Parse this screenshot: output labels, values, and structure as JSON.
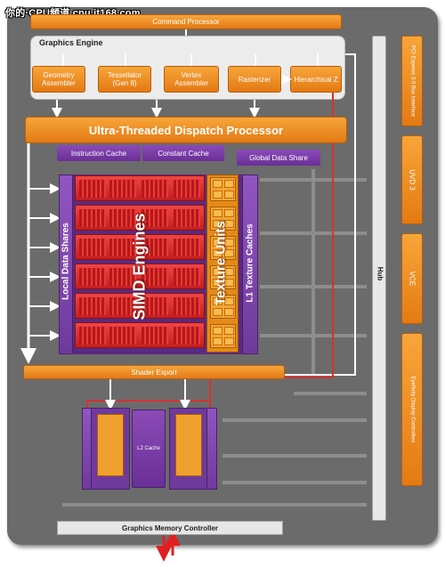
{
  "watermark": "你的·CPU频道 cpu.it168.com",
  "command_processor": "Command Processor",
  "graphics_engine": {
    "title": "Graphics Engine",
    "stages": [
      "Geometry Assembler",
      "Tessellator (Gen 8)",
      "Vertex Assembler",
      "Rasterizer",
      "Hierarchical Z"
    ]
  },
  "dispatch": "Ultra-Threaded Dispatch Processor",
  "caches": {
    "instruction": "Instruction Cache",
    "constant": "Constant Cache",
    "global_data_share": "Global Data Share"
  },
  "compute": {
    "local_data_shares": "Local Data Shares",
    "simd_engines": "SIMD Engines",
    "texture_units": "Texture Units",
    "l1_texture_caches": "L1 Texture Caches"
  },
  "shader_export": "Shader Export",
  "hub": "Hub",
  "right_blocks": [
    "PCI Express 3.0 Bus Interface",
    "UVD 3",
    "VCE",
    "Eyefinity Display Controllers"
  ],
  "l2_cache": "L2 Cache",
  "memory_controller": "Graphics Memory Controller",
  "colors": {
    "orange": "#ef8c22",
    "purple": "#7a3ea8",
    "red": "#d93030",
    "frame_gray": "#6b6b6b",
    "memory_arrow_red": "#e02020"
  }
}
